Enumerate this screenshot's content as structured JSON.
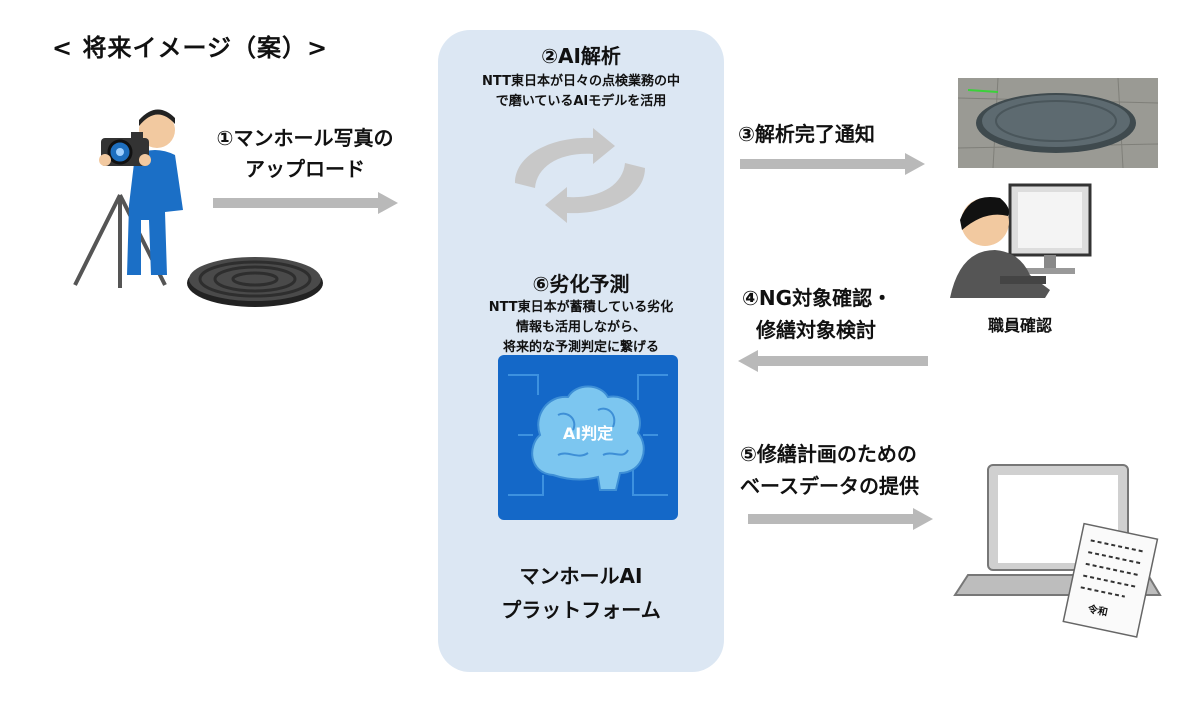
{
  "title": "< 将来イメージ（案）>",
  "platform": {
    "step2_title": "②AI解析",
    "step2_desc_line1": "NTT東日本が日々の点検業務の中",
    "step2_desc_line2": "で磨いているAIモデルを活用",
    "step6_title": "⑥劣化予測",
    "step6_desc_line1": "NTT東日本が蓄積している劣化",
    "step6_desc_line2": "情報も活用しながら、",
    "step6_desc_line3": "将来的な予測判定に繋げる",
    "ai_label": "AI判定",
    "name_line1": "マンホールAI",
    "name_line2": "プラットフォーム"
  },
  "steps": {
    "step1_line1": "①マンホール写真の",
    "step1_line2": "アップロード",
    "step3": "③解析完了通知",
    "step4_line1": "④NG対象確認・",
    "step4_line2": "修繕対象検討",
    "step5_line1": "⑤修繕計画のための",
    "step5_line2": "ベースデータの提供"
  },
  "staff_label": "職員確認",
  "document_stamp": "令和",
  "colors": {
    "platform_bg": "#dce7f3",
    "arrow": "#b9b9b9",
    "brain_bg": "#1468c8",
    "brain": "#7cc6f0",
    "person_shirt": "#1b6fc6"
  }
}
